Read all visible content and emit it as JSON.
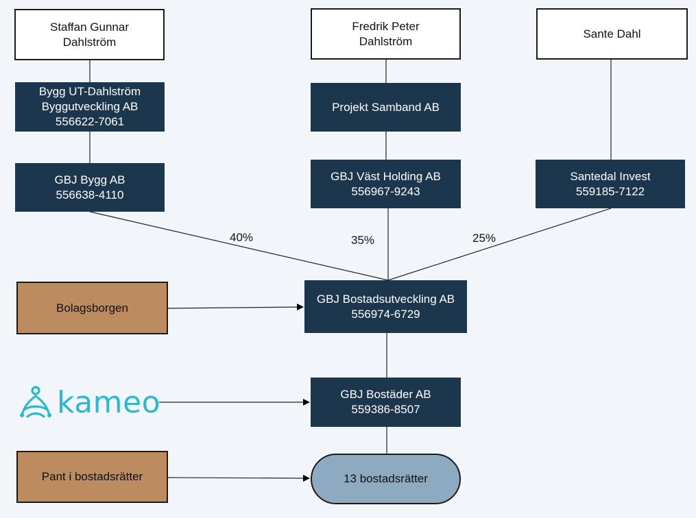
{
  "owners": {
    "staffan": {
      "line1": "Staffan Gunnar",
      "line2": "Dahlström"
    },
    "fredrik": {
      "line1": "Fredrik Peter",
      "line2": "Dahlström"
    },
    "sante": {
      "line1": "Sante Dahl"
    }
  },
  "companies": {
    "bygg_ut": {
      "line1": "Bygg UT-Dahlström",
      "line2": "Byggutveckling AB",
      "line3": "556622-7061"
    },
    "projekt_samband": {
      "line1": "Projekt Samband AB"
    },
    "gbj_bygg": {
      "line1": "GBJ Bygg AB",
      "line2": "556638-4110"
    },
    "gbj_vast": {
      "line1": "GBJ Väst Holding AB",
      "line2": "556967-9243"
    },
    "santedal": {
      "line1": "Santedal Invest",
      "line2": "559185-7122"
    },
    "gbj_bostadsutveckling": {
      "line1": "GBJ Bostadsutveckling AB",
      "line2": "556974-6729"
    },
    "gbj_bostader": {
      "line1": "GBJ Bostäder AB",
      "line2": "559386-8507"
    }
  },
  "ownership": {
    "gbj_bygg": "40%",
    "gbj_vast": "35%",
    "santedal": "25%"
  },
  "securities": {
    "bolagsborgen": "Bolagsborgen",
    "pant": "Pant i bostadsrätter"
  },
  "asset": "13 bostadsrätter",
  "lender": {
    "name": "kameo",
    "icon": "kameo-logo-icon",
    "color": "#2bb9d0"
  },
  "colors": {
    "navy": "#1c364d",
    "brown": "#bd8b60",
    "pill": "#8eaac1",
    "background": "#f2f5fa"
  }
}
